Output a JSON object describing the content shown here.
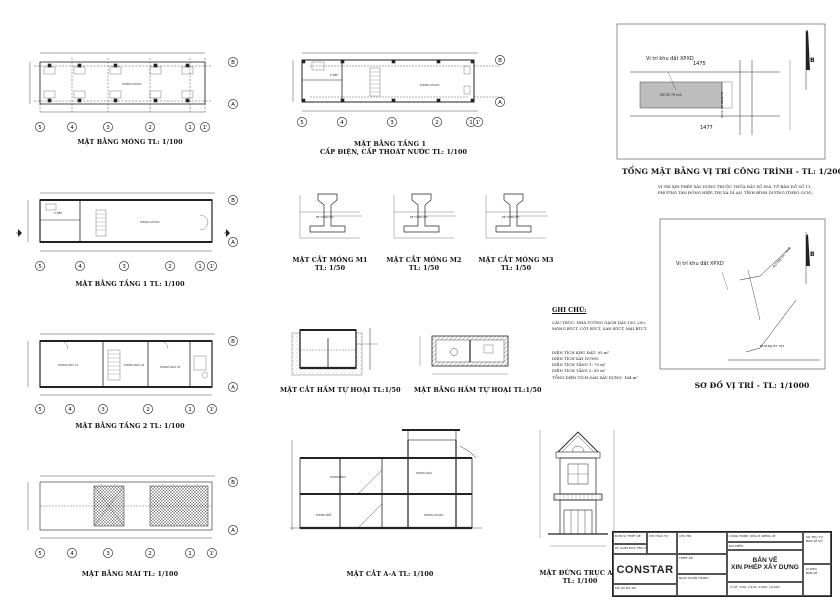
{
  "titles": {
    "mong": "MẶT BẰNG MÓNG  TL: 1/100",
    "tang1_dien_1": "MẶT BẰNG TẦNG 1",
    "tang1_dien_2": "CẤP ĐIỆN, CẤP THOÁT NƯỚC  TL: 1/100",
    "tong_mat_bang": "TỔNG MẶT BẰNG VỊ TRÍ CÔNG TRÌNH  - TL: 1/200",
    "tang1": "MẶT BẰNG TẦNG 1  TL: 1/100",
    "cat_m1_1": "MẶT CẮT MÓNG M1",
    "cat_m1_2": "TL: 1/50",
    "cat_m2_1": "MẶT CẮT MÓNG M2",
    "cat_m2_2": "TL: 1/50",
    "cat_m3_1": "MẶT CẮT MÓNG M3",
    "cat_m3_2": "TL: 1/50",
    "so_do": "SƠ ĐỒ VỊ TRÍ  - TL: 1/1000",
    "tang2": "MẶT BẰNG TẦNG 2  TL: 1/100",
    "cat_ham": "MẶT CẮT HẦM TỰ HOẠI  TL:1/50",
    "mb_ham": "MẶT BẰNG HẦM TỰ HOẠI  TL:1/50",
    "mai": "MẶT BẰNG MÁI  TL: 1/100",
    "cat_aa": "MẶT CẮT A-A  TL: 1/100",
    "dung_1": "MẶT ĐỨNG TRỤC A-B",
    "dung_2": "TL: 1/100"
  },
  "location_note": [
    "VỊ TRÍ XIN PHÉP XÂY DỰNG THUỘC THỬA ĐẤT SỐ 856, TỜ BẢN ĐỒ SỐ 11,",
    "PHƯỜNG TÂN ĐÔNG HIỆP, THỊ XÃ DĨ AN, TỈNH BÌNH DƯƠNG (THEO GCN)."
  ],
  "notes": {
    "heading": "GHI CHÚ:",
    "lines": [
      "CẤU TRÚC: NHÀ TƯỜNG GẠCH DÀY 100, 200,",
      "MÓNG BTCT, CỘT BTCT, SÀN BTCT, MÁI BTCT.",
      "",
      "DIỆN TÍCH KHU ĐẤT: 95 m²",
      "DIỆN TÍCH XÂY DỰNG:",
      "    DIỆN TÍCH TẦNG 1: 79 m²",
      "    DIỆN TÍCH TẦNG 2: 85 m²",
      "TỔNG DIỆN TÍCH SÀN XÂY DỰNG: 164 m²"
    ]
  },
  "site_plan": {
    "label": "Vị trí khu đất XPXD",
    "lot": "DT:95  79 m2",
    "num_top": "1475",
    "num_bottom": "1477",
    "road": "ĐƯỜNG ĐT 743A",
    "north": "B"
  },
  "location_map": {
    "label": "Vị trí khu đất XPXD",
    "road1": "ĐƯỜNG ĐT 743",
    "road2": "ĐƯỜNG ĐT 743B",
    "north": "B"
  },
  "axes_h": [
    "5",
    "4",
    "3",
    "2",
    "1",
    "1'"
  ],
  "axes_v": [
    "B",
    "A"
  ],
  "title_block": {
    "logo": "CONSTAR",
    "company_1": "ĐƠN VỊ THIẾT KẾ",
    "company_2": "KT. GIÁM ĐỐC  TÊN, ĐÓNG DẤU",
    "owner": "CHỦ ĐẦU TƯ",
    "design": "THIẾT KẾ",
    "check": "CHỦ TRÌ",
    "main_1": "BẢN VẼ",
    "main_2": "XIN PHÉP XÂY DỰNG",
    "project": "CÔNG TRÌNH: NHÀ Ở RIÊNG LẺ",
    "location": "ĐỊA ĐIỂM",
    "date": "NGÀY HOÀN THÀNH",
    "scale": "TỈ LỆ: 1/50, 1/100, 1/200, 1/1000",
    "sheet_no_1": "SỐ THỨ TỰ",
    "sheet_no_2": "BẢN VẼ SỐ",
    "code_1": "KÍ HIỆU",
    "code_2": "BẢN VẼ",
    "maso": "MÃ SỐ ĐỒ ÁN"
  }
}
